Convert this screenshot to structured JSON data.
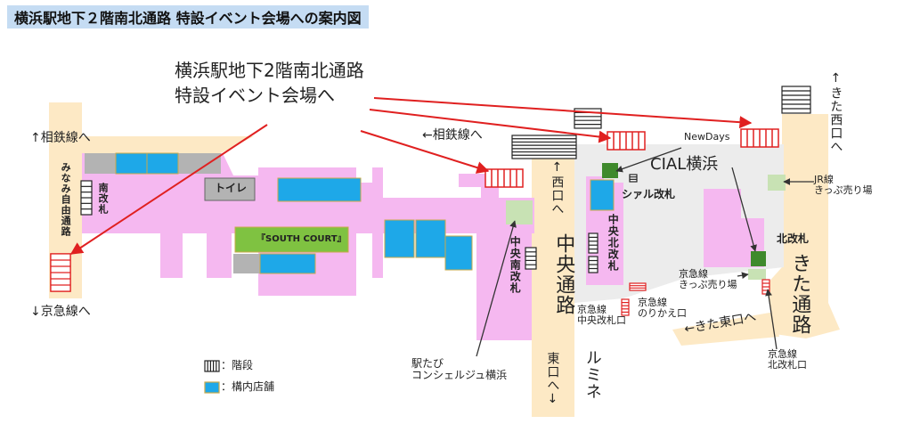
{
  "title": "横浜駅地下２階南北通路 特設イベント会場への案内図",
  "callout": {
    "line1": "横浜駅地下2階南北通路",
    "line2": "特設イベント会場へ"
  },
  "areas": {
    "minami_jiyu_tsuro": "みなみ自由通路",
    "minami_kaisatsu": "南改札",
    "toilet": "トイレ",
    "south_court": "『SOUTH COURT』",
    "chuo_minami_kaisatsu": "中央南改札",
    "chuo_kita_kaisatsu": "中央北改札",
    "sial_kaisatsu": "シァル改札",
    "cial_yokohama": "CIAL横浜",
    "newdays": "NewDays",
    "kita_kaisatsu": "北改札",
    "chuo_tsuro": "中央通路",
    "kita_tsuro": "きた通路",
    "luminet": "ルミネ"
  },
  "directions": {
    "sotetsu_left": "↑相鉄線へ",
    "keikyu_left": "↓京急線へ",
    "sotetsu_mid": "←相鉄線へ",
    "nishiguchi": "↑西口へ",
    "higashiguchi": "東口へ↓",
    "kita_nishiguchi": "↑きた西口へ",
    "kita_higashiguchi": "←きた東口へ"
  },
  "facilities": {
    "jr_ticket": {
      "line1": "JR線",
      "line2": "きっぷ売り場"
    },
    "keikyu_ticket": {
      "line1": "京急線",
      "line2": "きっぷ売り場"
    },
    "keikyu_chuo": {
      "line1": "京急線",
      "line2": "中央改札口"
    },
    "keikyu_transfer": {
      "line1": "京急線",
      "line2": "のりかえ口"
    },
    "keikyu_kita": {
      "line1": "京急線",
      "line2": "北改札口"
    },
    "concierge": {
      "line1": "駅たび",
      "line2": "コンシェルジュ横浜"
    }
  },
  "legend": {
    "stairs": "：階段",
    "shops": "：構内店舗"
  },
  "colors": {
    "title_bg": "#c5dcf3",
    "corridor": "#fde9c5",
    "pink_area": "#f5b8f0",
    "shop": "#1ea8e8",
    "grey": "#b3b3b3",
    "green": "#7fc241",
    "dark_green": "#3f8a2c",
    "light_green": "#c8e2b4",
    "red": "#e02020",
    "pale_grey": "#ececec"
  }
}
